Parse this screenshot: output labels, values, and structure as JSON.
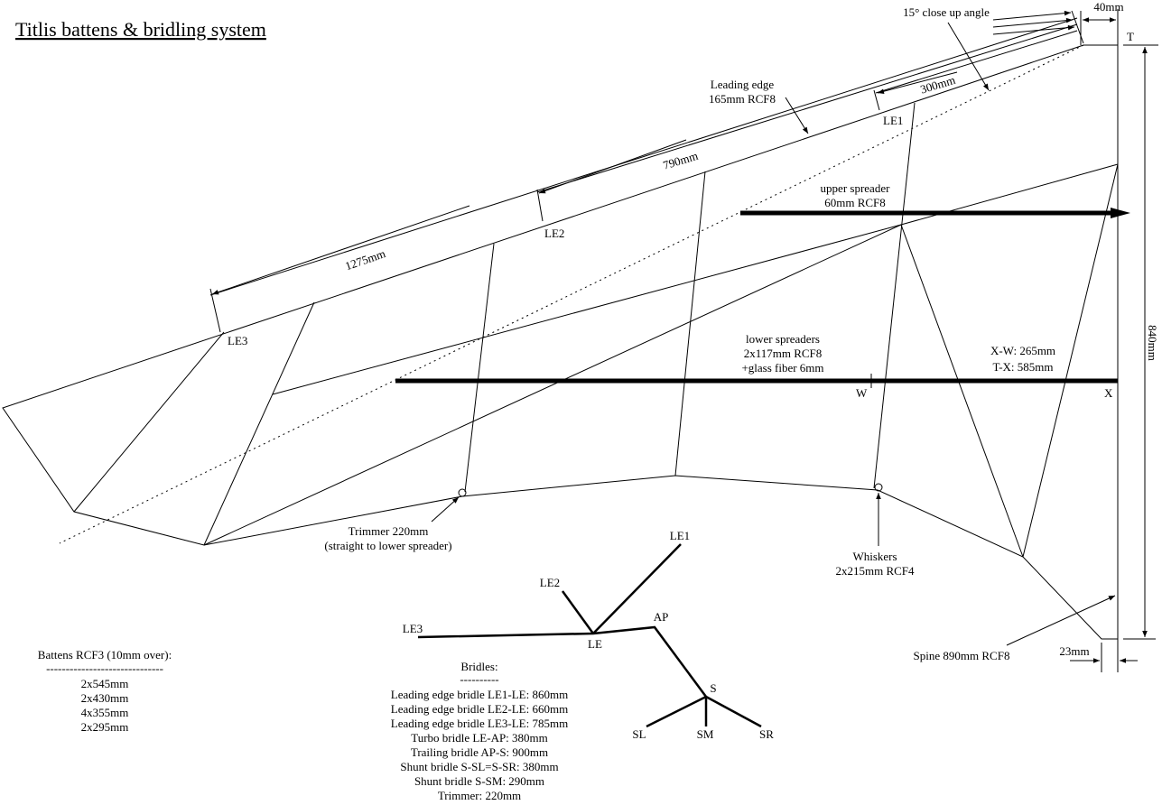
{
  "title": "Titlis battens & bridling system",
  "labels": {
    "closeup_angle": "15° close up angle",
    "dim_40": "40mm",
    "point_T": "T",
    "leading_edge_1": "Leading edge",
    "leading_edge_2": "165mm RCF8",
    "dim_300": "300mm",
    "point_LE1": "LE1",
    "dim_790": "790mm",
    "upper_spreader_1": "upper spreader",
    "upper_spreader_2": "60mm RCF8",
    "point_LE2": "LE2",
    "dim_1275": "1275mm",
    "point_LE3": "LE3",
    "lower_spreaders_1": "lower spreaders",
    "lower_spreaders_2": "2x117mm RCF8",
    "lower_spreaders_3": "+glass fiber 6mm",
    "xw": "X-W: 265mm",
    "tx": "T-X: 585mm",
    "point_W": "W",
    "point_X": "X",
    "dim_840": "840mm",
    "trimmer_1": "Trimmer 220mm",
    "trimmer_2": "(straight to lower spreader)",
    "whiskers_1": "Whiskers",
    "whiskers_2": "2x215mm RCF4",
    "spine": "Spine 890mm RCF8",
    "dim_23": "23mm"
  },
  "bridle_diagram": {
    "LE1": "LE1",
    "LE2": "LE2",
    "LE3": "LE3",
    "LE": "LE",
    "AP": "AP",
    "S": "S",
    "SL": "SL",
    "SM": "SM",
    "SR": "SR"
  },
  "battens": {
    "heading": "Battens RCF3 (10mm over):",
    "separator": "------------------------------",
    "items": [
      "2x545mm",
      "2x430mm",
      "4x355mm",
      "2x295mm"
    ]
  },
  "bridles": {
    "heading": "Bridles:",
    "separator": "----------",
    "items": [
      "Leading edge bridle LE1-LE: 860mm",
      "Leading edge bridle LE2-LE: 660mm",
      "Leading edge bridle LE3-LE: 785mm",
      "Turbo bridle LE-AP: 380mm",
      "Trailing bridle AP-S: 900mm",
      "Shunt bridle S-SL=S-SR: 380mm",
      "Shunt bridle S-SM: 290mm",
      "Trimmer: 220mm"
    ]
  }
}
